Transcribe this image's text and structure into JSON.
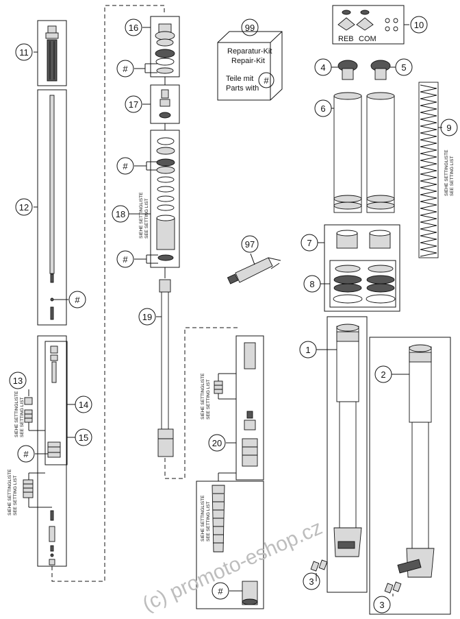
{
  "callouts": {
    "c1": "1",
    "c2": "2",
    "c3a": "3",
    "c3b": "3",
    "c4": "4",
    "c5": "5",
    "c6": "6",
    "c7": "7",
    "c8": "8",
    "c9": "9",
    "c10": "10",
    "c11": "11",
    "c12": "12",
    "c13": "13",
    "c14": "14",
    "c15": "15",
    "c16": "16",
    "c17": "17",
    "c18": "18",
    "c19": "19",
    "c20": "20",
    "c97": "97",
    "c99": "99"
  },
  "hash_symbol": "#",
  "kit_box": {
    "line1": "Reparatur-Kit",
    "line2": "Repair-Kit",
    "line3": "Teile mit",
    "line4": "Parts with"
  },
  "parts_10": {
    "reb_label": "REB",
    "com_label": "COM"
  },
  "setting_list": {
    "line1": "SIEHE SETTINGLISTE",
    "line2": "SEE SETTING LIST"
  },
  "watermark": "(c) promoto-eshop.cz",
  "colors": {
    "line": "#111111",
    "part_fill": "#d9d9d9",
    "watermark": "#bdbdbd"
  }
}
